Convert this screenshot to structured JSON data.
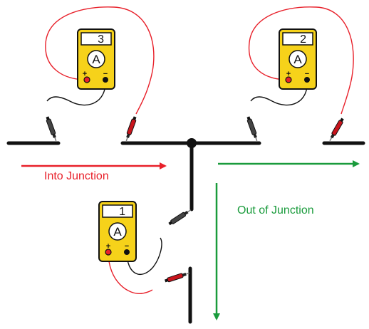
{
  "labels": {
    "into_junction": "Into Junction",
    "out_of_junction": "Out of Junction"
  },
  "meters": {
    "meter_3": {
      "number": "3",
      "unit": "A",
      "plus": "+",
      "minus": "−"
    },
    "meter_2": {
      "number": "2",
      "unit": "A",
      "plus": "+",
      "minus": "−"
    },
    "meter_1": {
      "number": "1",
      "unit": "A",
      "plus": "+",
      "minus": "−"
    }
  },
  "colors": {
    "wire": "#111111",
    "in_arrow": "#e8202a",
    "out_arrow": "#1a9b3c",
    "meter_body": "#f6d21a",
    "red_lead": "#e8202a",
    "black_lead": "#111111"
  },
  "icons": {
    "meter": "ammeter-icon",
    "probe_red": "red-probe-icon",
    "probe_black": "black-probe-icon"
  }
}
